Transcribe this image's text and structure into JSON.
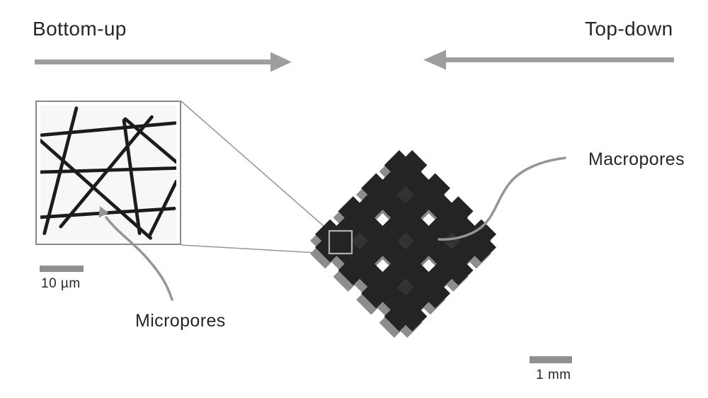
{
  "figure": {
    "bottom_up_label": "Bottom-up",
    "top_down_label": "Top-down",
    "macropores_label": "Macropores",
    "micropores_label": "Micropores",
    "micro_scale_label": "10 µm",
    "macro_scale_label": "1 mm"
  },
  "colors": {
    "background": "#ffffff",
    "text": "#262626",
    "arrow": "#9e9e9e",
    "connector": "#9a9a9a",
    "leader": "#959595",
    "scaffold": "#242424",
    "scaffold_shadow": "#8d8d8d",
    "hole_light": "#fafafa",
    "hole_frame": "#878787",
    "hole_dark": "#323232",
    "zoom_box_stroke": "#b0b0b0",
    "scale_bar": "#8f8f8f",
    "fiber": "#1c1c1c"
  },
  "icons": {
    "bottom_up_arrow": "arrow-right",
    "top_down_arrow": "arrow-left",
    "micropores_leader": "curved-arrow-up-left",
    "macropores_leader": "curved-line-to-pore"
  }
}
